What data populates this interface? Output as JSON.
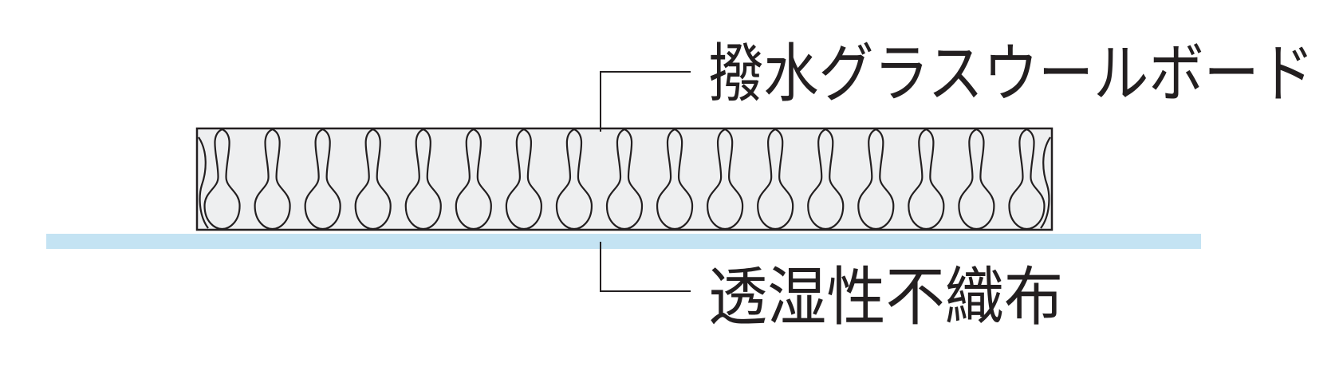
{
  "labels": {
    "board": "撥水グラスウールボード",
    "sheet": "透湿性不織布"
  },
  "colors": {
    "line": "#231f20",
    "board_fill": "#eeeff0",
    "sheet_fill": "#c4e3f3",
    "background": "#ffffff"
  },
  "board": {
    "fiber_loops": 17
  }
}
